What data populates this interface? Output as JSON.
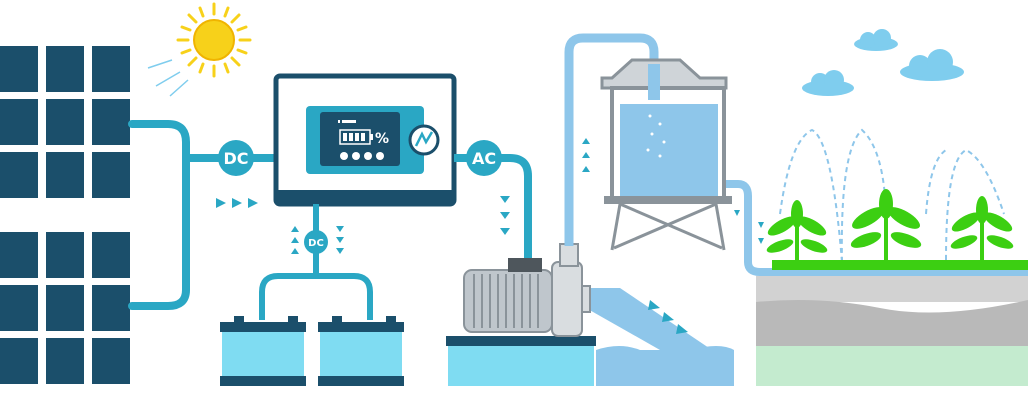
{
  "labels": {
    "dc_main": "DC",
    "ac": "AC",
    "dc_battery": "DC",
    "percent": "%"
  },
  "colors": {
    "panel": "#1b4f6b",
    "pipe": "#2aa7c4",
    "controller_frame": "#1b4f6b",
    "screen": "#2aa7c4",
    "water": "#8ec6ea",
    "battery": "#7fdcf2",
    "plant": "#3ccf12",
    "sun": "#f7d11a",
    "cloud": "#7fcdee",
    "ground": "#b9b9b9",
    "grass": "#c4ebcf"
  },
  "icons": [
    "sun-icon",
    "battery-level-icon",
    "lightning-icon",
    "cloud-icon",
    "sprinkler-icon"
  ]
}
